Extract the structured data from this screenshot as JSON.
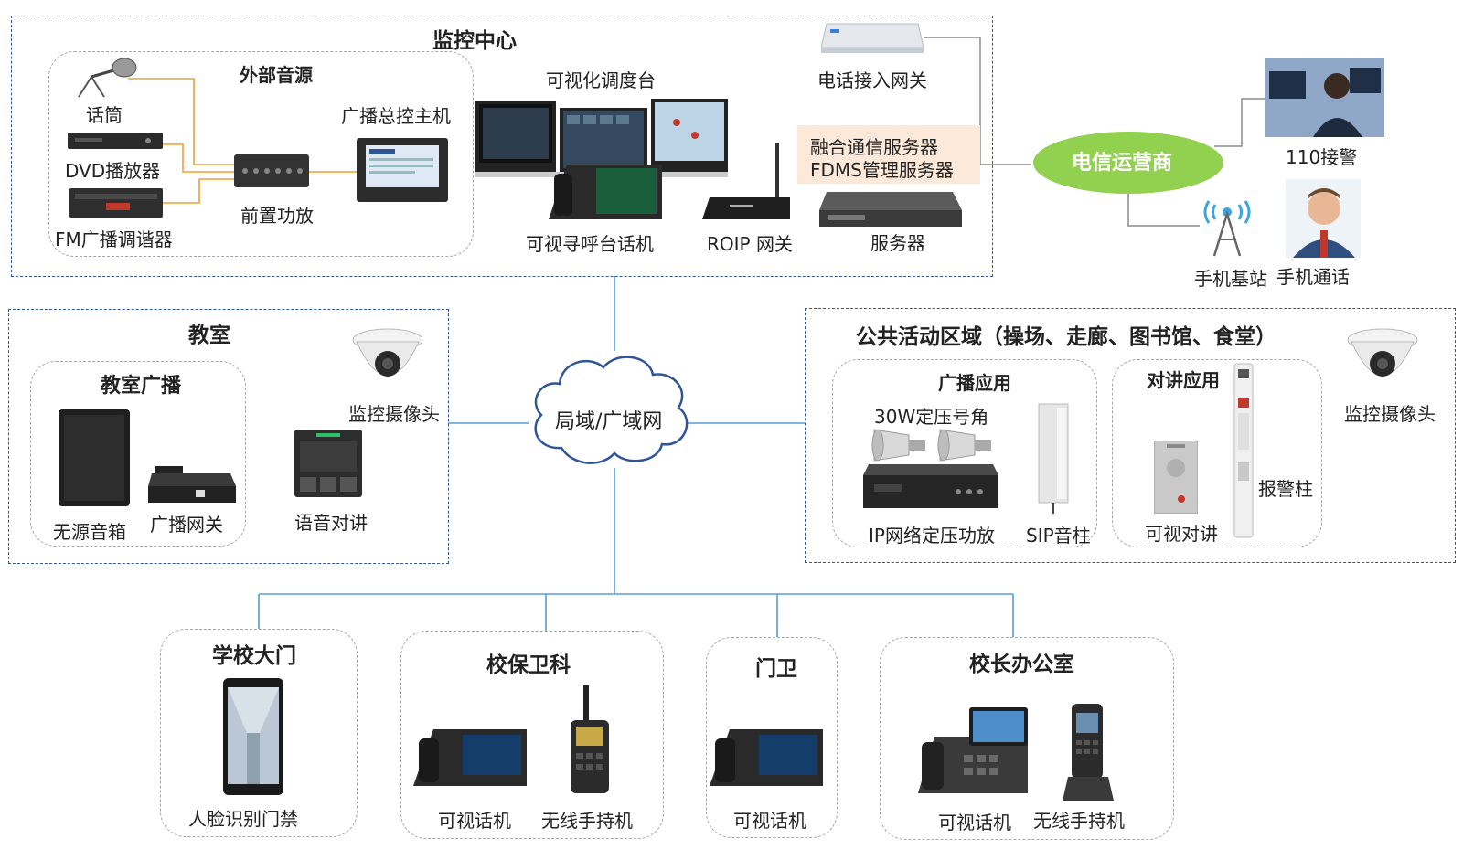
{
  "regions": {
    "control_center": "监控中心",
    "classroom": "教室",
    "public_area": "公共活动区域（操场、走廊、图书馆、食堂）"
  },
  "groups": {
    "external_audio": "外部音源",
    "classroom_broadcast": "教室广播",
    "broadcast_app": "广播应用",
    "intercom_app": "对讲应用",
    "school_gate": "学校大门",
    "security_dept": "校保卫科",
    "guard": "门卫",
    "principal_office": "校长办公室"
  },
  "labels": {
    "microphone": "话筒",
    "dvd": "DVD播放器",
    "fm": "FM广播调谐器",
    "preamp": "前置功放",
    "broadcast_host": "广播总控主机",
    "visual_console": "可视化调度台",
    "visual_paging": "可视寻呼台话机",
    "roip": "ROIP 网关",
    "phone_gateway": "电话接入网关",
    "fusion_server_1": "融合通信服务器",
    "fusion_server_2": "FDMS管理服务器",
    "server": "服务器",
    "telecom": "电信运营商",
    "police": "110接警",
    "base_station": "手机基站",
    "mobile_call": "手机通话",
    "network": "局域/广域网",
    "passive_speaker": "无源音箱",
    "broadcast_gateway": "广播网关",
    "camera_classroom": "监控摄像头",
    "voice_intercom": "语音对讲",
    "horn": "30W定压号角",
    "ip_amp": "IP网络定压功放",
    "sip_column": "SIP音柱",
    "visual_intercom": "可视对讲",
    "alarm_pillar": "报警柱",
    "camera_public": "监控摄像头",
    "face_access": "人脸识别门禁",
    "video_phone_sec": "可视话机",
    "radio_sec": "无线手持机",
    "video_phone_guard": "可视话机",
    "video_phone_principal": "可视话机",
    "radio_principal": "无线手持机"
  },
  "colors": {
    "region_border": "#2f5597",
    "group_border": "#a6a6a6",
    "network_line": "#5b9bd5",
    "audio_line": "#f0a030",
    "telecom_fill": "#92d050",
    "server_box": "#fde9d9"
  },
  "icons": [
    "microphone-icon",
    "dvd-player-icon",
    "fm-tuner-icon",
    "preamp-icon",
    "broadcast-host-icon",
    "monitor-wall-icon",
    "video-paging-phone-icon",
    "roip-gateway-icon",
    "phone-gateway-icon",
    "rack-server-icon",
    "operator-photo",
    "tower-icon",
    "mobile-user-photo",
    "cloud-icon",
    "speaker-icon",
    "gateway-box-icon",
    "dome-camera-icon",
    "intercom-panel-icon",
    "horn-icon",
    "amplifier-icon",
    "column-speaker-icon",
    "door-intercom-icon",
    "alarm-pillar-icon",
    "face-terminal-icon",
    "video-phone-icon",
    "walkie-talkie-icon",
    "dect-phone-icon"
  ]
}
